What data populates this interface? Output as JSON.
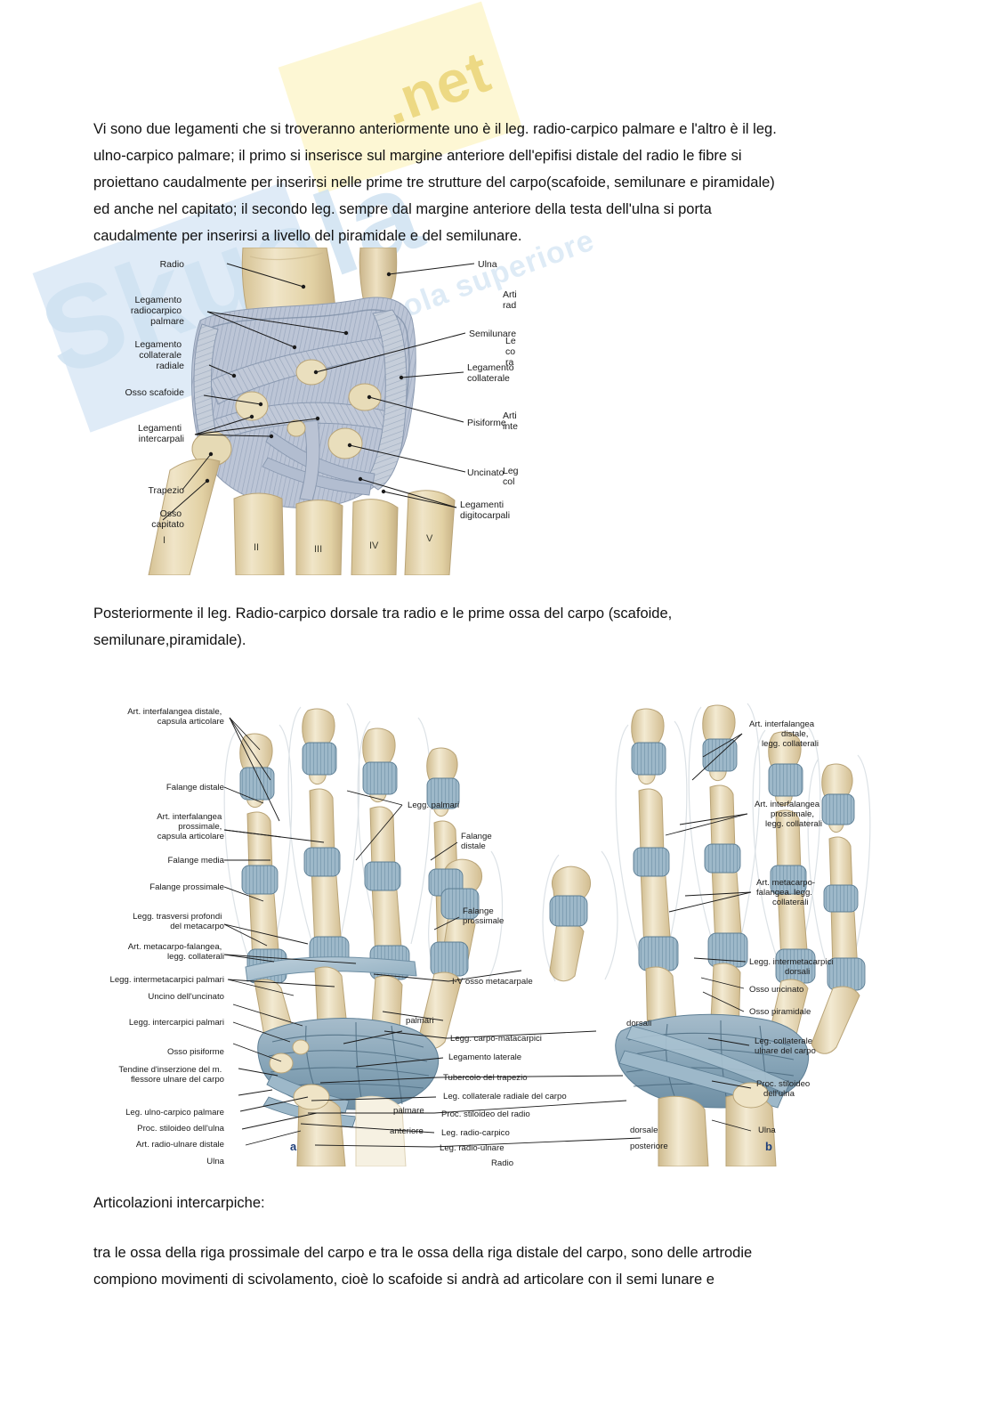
{
  "document": {
    "watermark": {
      "brand": "Skuola",
      "suffix": ".net",
      "tagline": "appunti di scuola superiore"
    }
  },
  "paragraphs": {
    "intro": {
      "lines": [
        "Vi sono due legamenti che si troveranno anteriormente uno è il leg. radio-carpico palmare e l'altro è il leg.",
        "ulno-carpico palmare; il primo si inserisce sul margine anteriore dell'epifisi distale del radio le fibre si",
        "proiettano caudalmente per inserirsi nelle prime tre strutture del carpo(scafoide, semilunare e piramidale)",
        "ed anche nel capitato; il secondo leg. sempre dal margine anteriore della testa dell'ulna si porta",
        "caudalmente per inserirsi a livello del piramidale e del semilunare."
      ]
    },
    "middle": {
      "lines": [
        "Posteriormente il leg. Radio-carpico dorsale tra radio e le prime ossa del carpo (scafoide,",
        "semilunare,piramidale)."
      ]
    },
    "bottom_heading": "Articolazioni intercarpiche:",
    "bottom": {
      "lines": [
        "tra le ossa della riga prossimale del carpo e tra le ossa della riga distale del carpo, sono delle artrodie",
        "compiono movimenti di scivolamento, cioè lo scafoide si andrà ad articolare con il semi lunare e"
      ]
    }
  },
  "figure1": {
    "caption_digits": [
      "I",
      "II",
      "III",
      "IV",
      "V"
    ],
    "labels_left": [
      {
        "id": "radio",
        "text": "Radio"
      },
      {
        "id": "legamento-radiocarpico-palmare",
        "text": "Legamento\nradiocarpico\npalmare"
      },
      {
        "id": "legamento-collaterale-radiale",
        "text": "Legamento\ncollaterale\nradiale"
      },
      {
        "id": "osso-scafoide",
        "text": "Osso scafoide"
      },
      {
        "id": "legamenti-intercarpali",
        "text": "Legamenti\nintercarpali"
      },
      {
        "id": "trapezio",
        "text": "Trapezio"
      },
      {
        "id": "osso-capitato",
        "text": "Osso\ncapitato"
      }
    ],
    "labels_right": [
      {
        "id": "ulna",
        "text": "Ulna"
      },
      {
        "id": "semilunare",
        "text": "Semilunare"
      },
      {
        "id": "legamento-collaterale",
        "text": "Legamento\ncollaterale"
      },
      {
        "id": "pisiforme",
        "text": "Pisiforme"
      },
      {
        "id": "uncinato",
        "text": "Uncinato"
      },
      {
        "id": "legamenti-digitocarpali",
        "text": "Legamenti\ndigitocarpali"
      }
    ],
    "labels_truncated": [
      {
        "id": "articolazione-radio",
        "text": "Arti\nrad"
      },
      {
        "id": "legamento-collaterale-radiale-cut",
        "text": "Le\nco\nra"
      },
      {
        "id": "articolazione-intercarpica-cut",
        "text": "Arti\ninte"
      },
      {
        "id": "legamento-collaterale-cut",
        "text": "Leg\ncol"
      }
    ]
  },
  "figure2": {
    "panel_a_letter": "a",
    "panel_b_letter": "b",
    "labels_left": [
      {
        "id": "art-interfalangea-distale-capsula",
        "text": "Art. interfalangea distale,\ncapsula articolare"
      },
      {
        "id": "falange-distale",
        "text": "Falange distale"
      },
      {
        "id": "art-interfalangea-prossimale-capsula",
        "text": "Art. interfalangea\nprossimale,\ncapsula articolare"
      },
      {
        "id": "falange-media",
        "text": "Falange media"
      },
      {
        "id": "falange-prossimale",
        "text": "Falange prossimale"
      },
      {
        "id": "legg-trasversi-profondi-metacarpo",
        "text": "Legg. trasversi profondi\ndel metacarpo"
      },
      {
        "id": "art-metacarpo-falangea-collaterali",
        "text": "Art. metacarpo-falangea,\nlegg. collaterali"
      },
      {
        "id": "legg-intermetacarpici-palmari",
        "text": "Legg. intermetacarpici palmari"
      },
      {
        "id": "uncino-delluncinato",
        "text": "Uncino dell'uncinato"
      },
      {
        "id": "legg-intercarpici-palmari",
        "text": "Legg. intercarpici palmari"
      },
      {
        "id": "osso-pisiforme",
        "text": "Osso pisiforme"
      },
      {
        "id": "tendine-inserzione-flessore-ulnare",
        "text": "Tendine d'inserzione del m.\nflessore ulnare del carpo"
      },
      {
        "id": "leg-ulno-carpico-palmare",
        "text": "Leg. ulno-carpico palmare"
      },
      {
        "id": "proc-stiloideo-ulna",
        "text": "Proc. stiloideo dell'ulna"
      },
      {
        "id": "art-radio-ulnare-distale",
        "text": "Art. radio-ulnare distale"
      },
      {
        "id": "ulna-sx",
        "text": "Ulna"
      }
    ],
    "labels_center": [
      {
        "id": "legg-palmari",
        "text": "Legg. palmari"
      },
      {
        "id": "falange-distale-c",
        "text": "Falange\ndistale"
      },
      {
        "id": "falange-prossimale-c",
        "text": "Falange\nprossimale"
      },
      {
        "id": "i-v-osso-metacarpale",
        "text": "I-V osso metacarpale"
      },
      {
        "id": "palmari",
        "text": "palmari"
      },
      {
        "id": "legg-carpo-matacarpici",
        "text": "Legg. carpo-matacarpici"
      },
      {
        "id": "dorsali",
        "text": "dorsali"
      },
      {
        "id": "legamento-laterale",
        "text": "Legamento laterale"
      },
      {
        "id": "tubercolo-del-trapezio",
        "text": "Tubercolo del trapezio"
      },
      {
        "id": "leg-collaterale-radiale-carpo",
        "text": "Leg. collaterale radiale del carpo"
      },
      {
        "id": "proc-stiloideo-radio",
        "text": "Proc. stiloideo del radio"
      },
      {
        "id": "palmare",
        "text": "palmare"
      },
      {
        "id": "leg-radio-carpico",
        "text": "Leg. radio-carpico"
      },
      {
        "id": "dorsale",
        "text": "dorsale"
      },
      {
        "id": "anteriore",
        "text": "anteriore"
      },
      {
        "id": "leg-radio-ulnare",
        "text": "Leg. radio-ulnare"
      },
      {
        "id": "posteriore",
        "text": "posteriore"
      },
      {
        "id": "radio",
        "text": "Radio"
      }
    ],
    "labels_right": [
      {
        "id": "art-interfalangea-distale-collaterali",
        "text": "Art. interfalangea\ndistale,\nlegg. collaterali"
      },
      {
        "id": "art-interfalangea-prossimale-collaterali",
        "text": "Art. interfalangea\nprossimale,\nlegg. collaterali"
      },
      {
        "id": "art-metacarpo-falangea-collaterali-dx",
        "text": "Art. metacarpo-\nfalangea. legg.\ncollaterali"
      },
      {
        "id": "legg-intermetacarpici-dorsali",
        "text": "Legg. intermetacarpici\ndorsali"
      },
      {
        "id": "osso-uncinato",
        "text": "Osso uncinato"
      },
      {
        "id": "osso-piramidale",
        "text": "Osso piramidale"
      },
      {
        "id": "leg-collaterale-ulnare-carpo",
        "text": "Leg. collaterale\nulnare del carpo"
      },
      {
        "id": "proc-stiloideo-ulna-dx",
        "text": "Proc. stiloideo\ndell'ulna"
      },
      {
        "id": "ulna-dx",
        "text": "Ulna"
      }
    ]
  },
  "colors": {
    "bone": "#e6d6ae",
    "bone_light": "#f2e8cd",
    "bone_shadow": "#c9b486",
    "ligament": "#b9c2d4",
    "ligament_blue": "#8fa7bc",
    "ligament_dark": "#6f8ba3",
    "outline": "#1a1a1a",
    "panel_letter": "#1f3f7a",
    "highlight_yellow": "#fdf6c9",
    "highlight_blue": "#e4eef8"
  }
}
